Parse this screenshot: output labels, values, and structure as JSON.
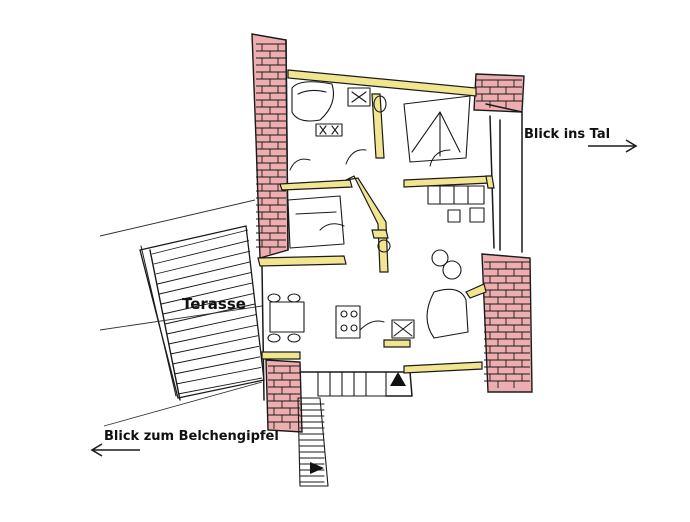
{
  "labels": {
    "terrace": "Terasse",
    "view_valley": "Blick ins Tal",
    "view_peak": "Blick zum Belchengipfel"
  },
  "colors": {
    "brick_fill": "#eeaeb0",
    "wall_fill": "#f2e58f",
    "ink": "#1a1a1a"
  },
  "icons": [
    "arrow-right-icon",
    "arrow-left-icon",
    "stair-arrow-icon"
  ]
}
